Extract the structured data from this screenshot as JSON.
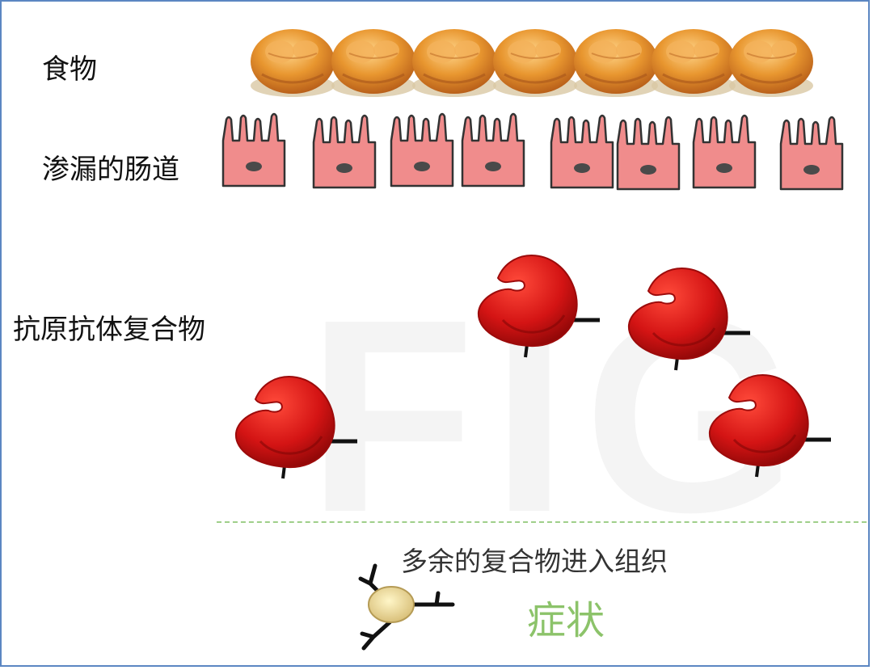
{
  "labels": {
    "food": "食物",
    "leaky_gut": "渗漏的肠道",
    "immune_complex": "抗原抗体复合物",
    "excess_enters_tissue": "多余的复合物进入组织",
    "symptom": "症状"
  },
  "watermark": "FIG",
  "icons": {
    "food": "bread-roll-icon",
    "gut_cell": "villus-cell-icon",
    "complex": "antigen-antibody-complex-icon",
    "tissue_cell": "tissue-cell-icon"
  },
  "colors": {
    "bread": "#e49a3c",
    "gut_cell": "#f08c8c",
    "complex": "#cc1818",
    "symptom": "#8cc36a",
    "divider": "#9fcf8a",
    "frame": "#5b86c2"
  }
}
